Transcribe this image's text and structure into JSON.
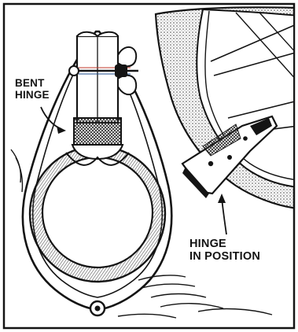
{
  "labels": {
    "bent_hinge": {
      "line1": "BENT",
      "line2": "HINGE"
    },
    "hinge_in_position": {
      "line1": "HINGE",
      "line2": "IN POSITION"
    }
  },
  "colors": {
    "ink": "#141414",
    "paper": "#ffffff",
    "shading": "#8a8a8a"
  }
}
